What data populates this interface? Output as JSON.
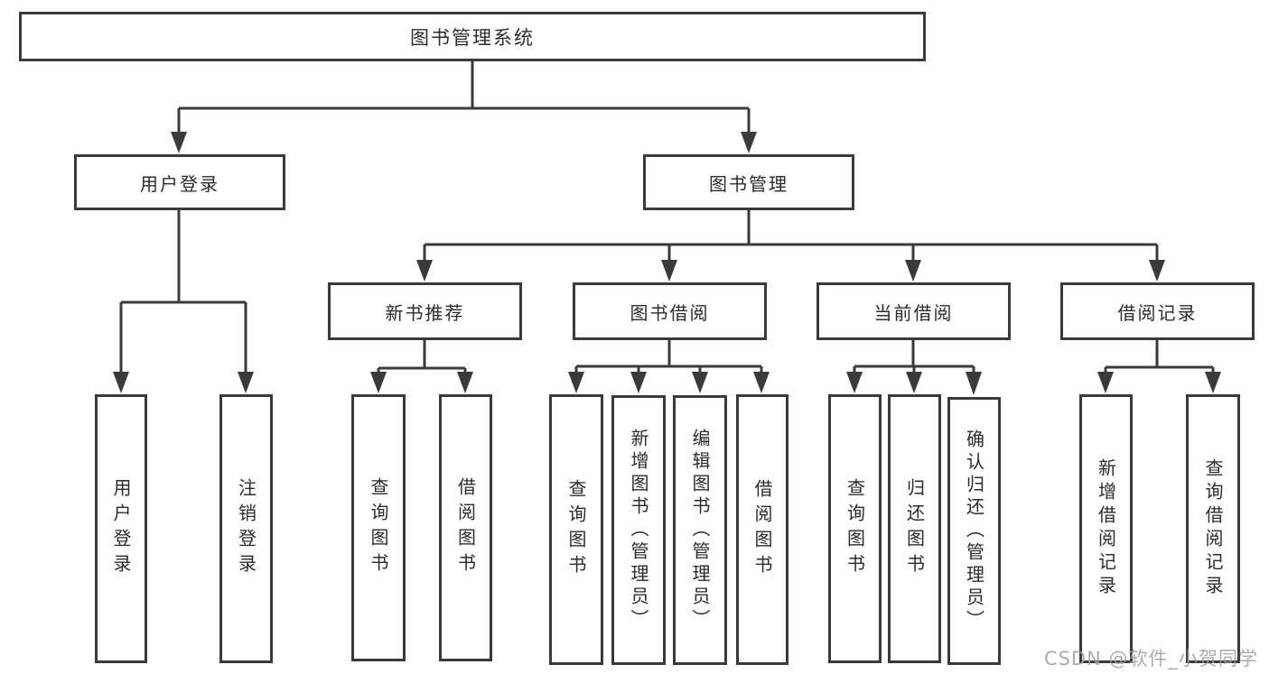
{
  "page": {
    "background": "#ffffff",
    "watermark": "CSDN @软件_小贺同学"
  },
  "diagram": {
    "type": "hierarchy-tree",
    "line_color": "#3a3a3a",
    "text_color": "#2b2b2b",
    "root": {
      "label": "图书管理系统"
    },
    "level2": [
      {
        "id": "user-login",
        "label": "用户登录"
      },
      {
        "id": "book-management",
        "label": "图书管理"
      }
    ],
    "level3": [
      {
        "id": "new-book-recommend",
        "label": "新书推荐"
      },
      {
        "id": "book-borrow",
        "label": "图书借阅"
      },
      {
        "id": "current-borrow",
        "label": "当前借阅"
      },
      {
        "id": "borrow-records",
        "label": "借阅记录"
      }
    ],
    "leaves": {
      "user_login": [
        "用户登录",
        "注销登录"
      ],
      "new_book_recommend": [
        "查询图书",
        "借阅图书"
      ],
      "book_borrow": [
        "查询图书",
        "新增图书（管理员）",
        "编辑图书（管理员）",
        "借阅图书"
      ],
      "current_borrow": [
        "查询图书",
        "归还图书",
        "确认归还（管理员）"
      ],
      "borrow_records": [
        "新增借阅记录",
        "查询借阅记录"
      ]
    }
  }
}
